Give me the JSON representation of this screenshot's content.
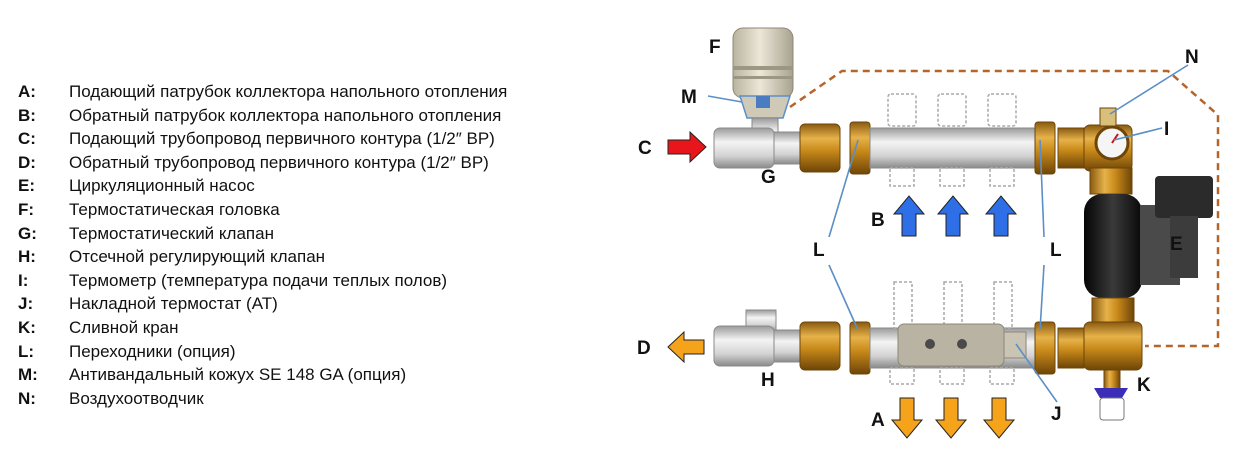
{
  "legend": [
    {
      "key": "A:",
      "text": "Подающий патрубок коллектора напольного отопления"
    },
    {
      "key": "B:",
      "text": "Обратный патрубок коллектора напольного отопления"
    },
    {
      "key": "C:",
      "text": "Подающий трубопровод первичного контура (1/2″ BP)"
    },
    {
      "key": "D:",
      "text": "Обратный трубопровод первичного контура (1/2″ BP)"
    },
    {
      "key": "E:",
      "text": "Циркуляционный насос"
    },
    {
      "key": "F:",
      "text": "Термостатическая головка"
    },
    {
      "key": "G:",
      "text": "Термостатический клапан"
    },
    {
      "key": "H:",
      "text": "Отсечной регулирующий клапан"
    },
    {
      "key": "I:",
      "text": "Термометр (температура подачи теплых полов)"
    },
    {
      "key": "J:",
      "text": "Накладной термостат (AT)"
    },
    {
      "key": "K:",
      "text": "Сливной кран"
    },
    {
      "key": "L:",
      "text": "Переходники (опция)"
    },
    {
      "key": "M:",
      "text": "Антивандальный кожух SE 148 GA (опция)"
    },
    {
      "key": "N:",
      "text": "Воздухоотводчик"
    }
  ],
  "labels": {
    "F": "F",
    "M": "M",
    "C": "C",
    "G": "G",
    "D": "D",
    "H": "H",
    "B": "B",
    "A": "A",
    "L_left": "L",
    "L_right": "L",
    "N": "N",
    "I": "I",
    "E": "E",
    "J": "J",
    "K": "K"
  },
  "colors": {
    "supply_arrow": "#e8151b",
    "return_arrow": "#f5a31a",
    "manifold_arrow": "#2e6fe8",
    "brass": "#c98a1a",
    "pump": "#1a1a1a",
    "dashed_line": "#b5652a",
    "leader_line": "#5b8fc7"
  }
}
